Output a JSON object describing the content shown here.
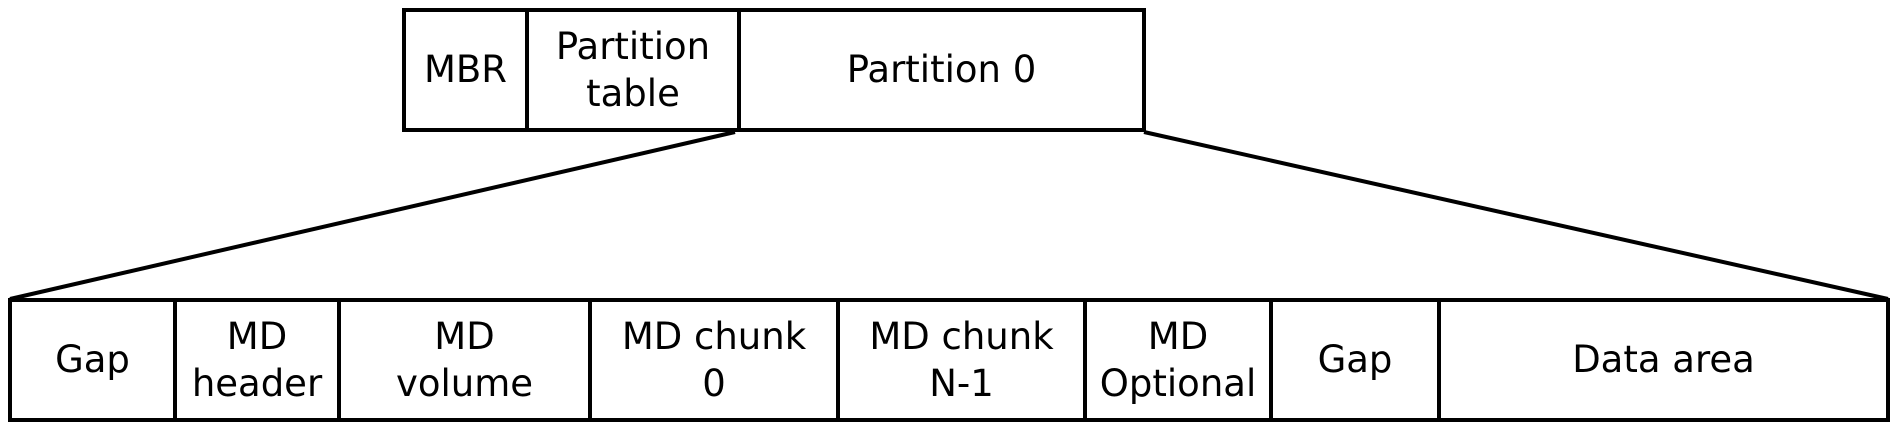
{
  "diagram": {
    "title": "disk-layout-expansion-diagram",
    "background_color": "#ffffff",
    "line_color": "#000000",
    "top_row": {
      "cells": [
        {
          "label": "MBR"
        },
        {
          "label": "Partition\ntable"
        },
        {
          "label": "Partition 0"
        }
      ]
    },
    "bottom_row": {
      "cells": [
        {
          "label": "Gap"
        },
        {
          "label": "MD\nheader"
        },
        {
          "label": "MD\nvolume"
        },
        {
          "label": "MD chunk\n0"
        },
        {
          "label": "MD chunk\nN-1"
        },
        {
          "label": "MD\nOptional"
        },
        {
          "label": "Gap"
        },
        {
          "label": "Data area"
        }
      ]
    }
  }
}
